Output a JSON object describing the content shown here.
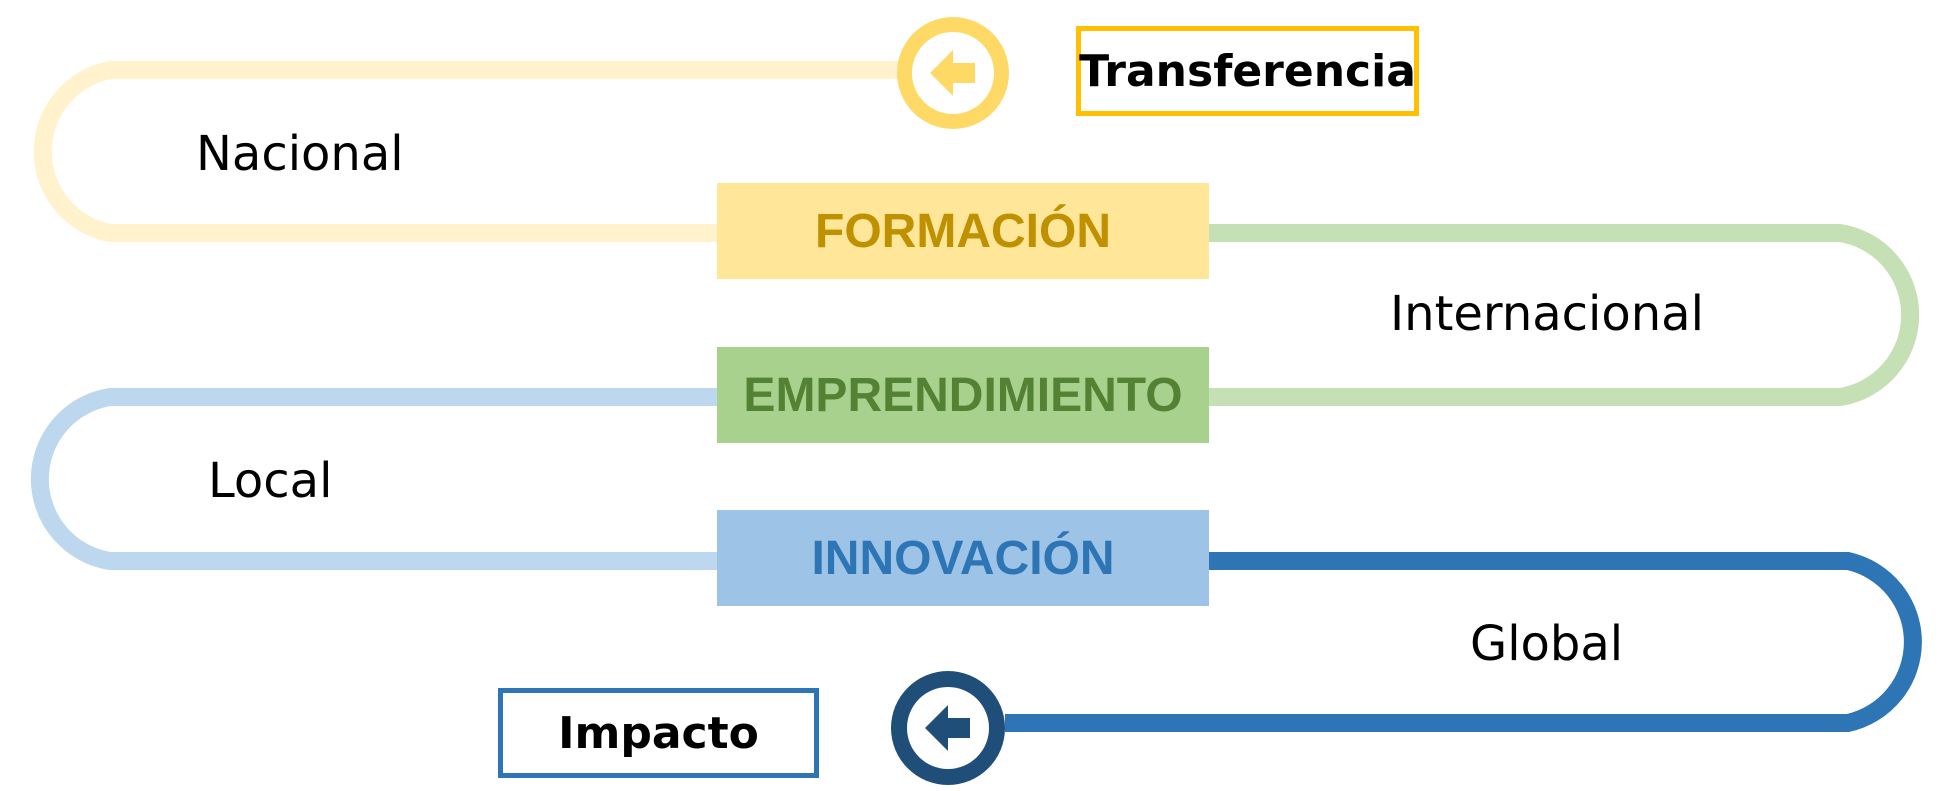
{
  "diagram": {
    "start_label": "Transferencia",
    "end_label": "Impacto",
    "stages": [
      {
        "label": "FORMACIÓN",
        "scope": "Nacional",
        "fill": "#FFE699",
        "text_color": "#BF9000",
        "track_color": "#FFF2CC"
      },
      {
        "label": "EMPRENDIMIENTO",
        "scope": "Internacional",
        "fill": "#A9D18E",
        "text_color": "#548235",
        "track_color": "#C5E0B4"
      },
      {
        "label": "INNOVACIÓN",
        "scope": "Local",
        "fill": "#9DC3E6",
        "text_color": "#2E75B6",
        "track_color": "#BDD7EE"
      }
    ],
    "final_scope": "Global",
    "colors": {
      "start_circle": "#FFD966",
      "start_border": "#FFC000",
      "end_circle": "#1F4E79",
      "end_border": "#2E75B6",
      "global_track": "#2E75B6"
    },
    "icons": {
      "start": "arrow-left-icon",
      "end": "arrow-left-icon"
    }
  }
}
